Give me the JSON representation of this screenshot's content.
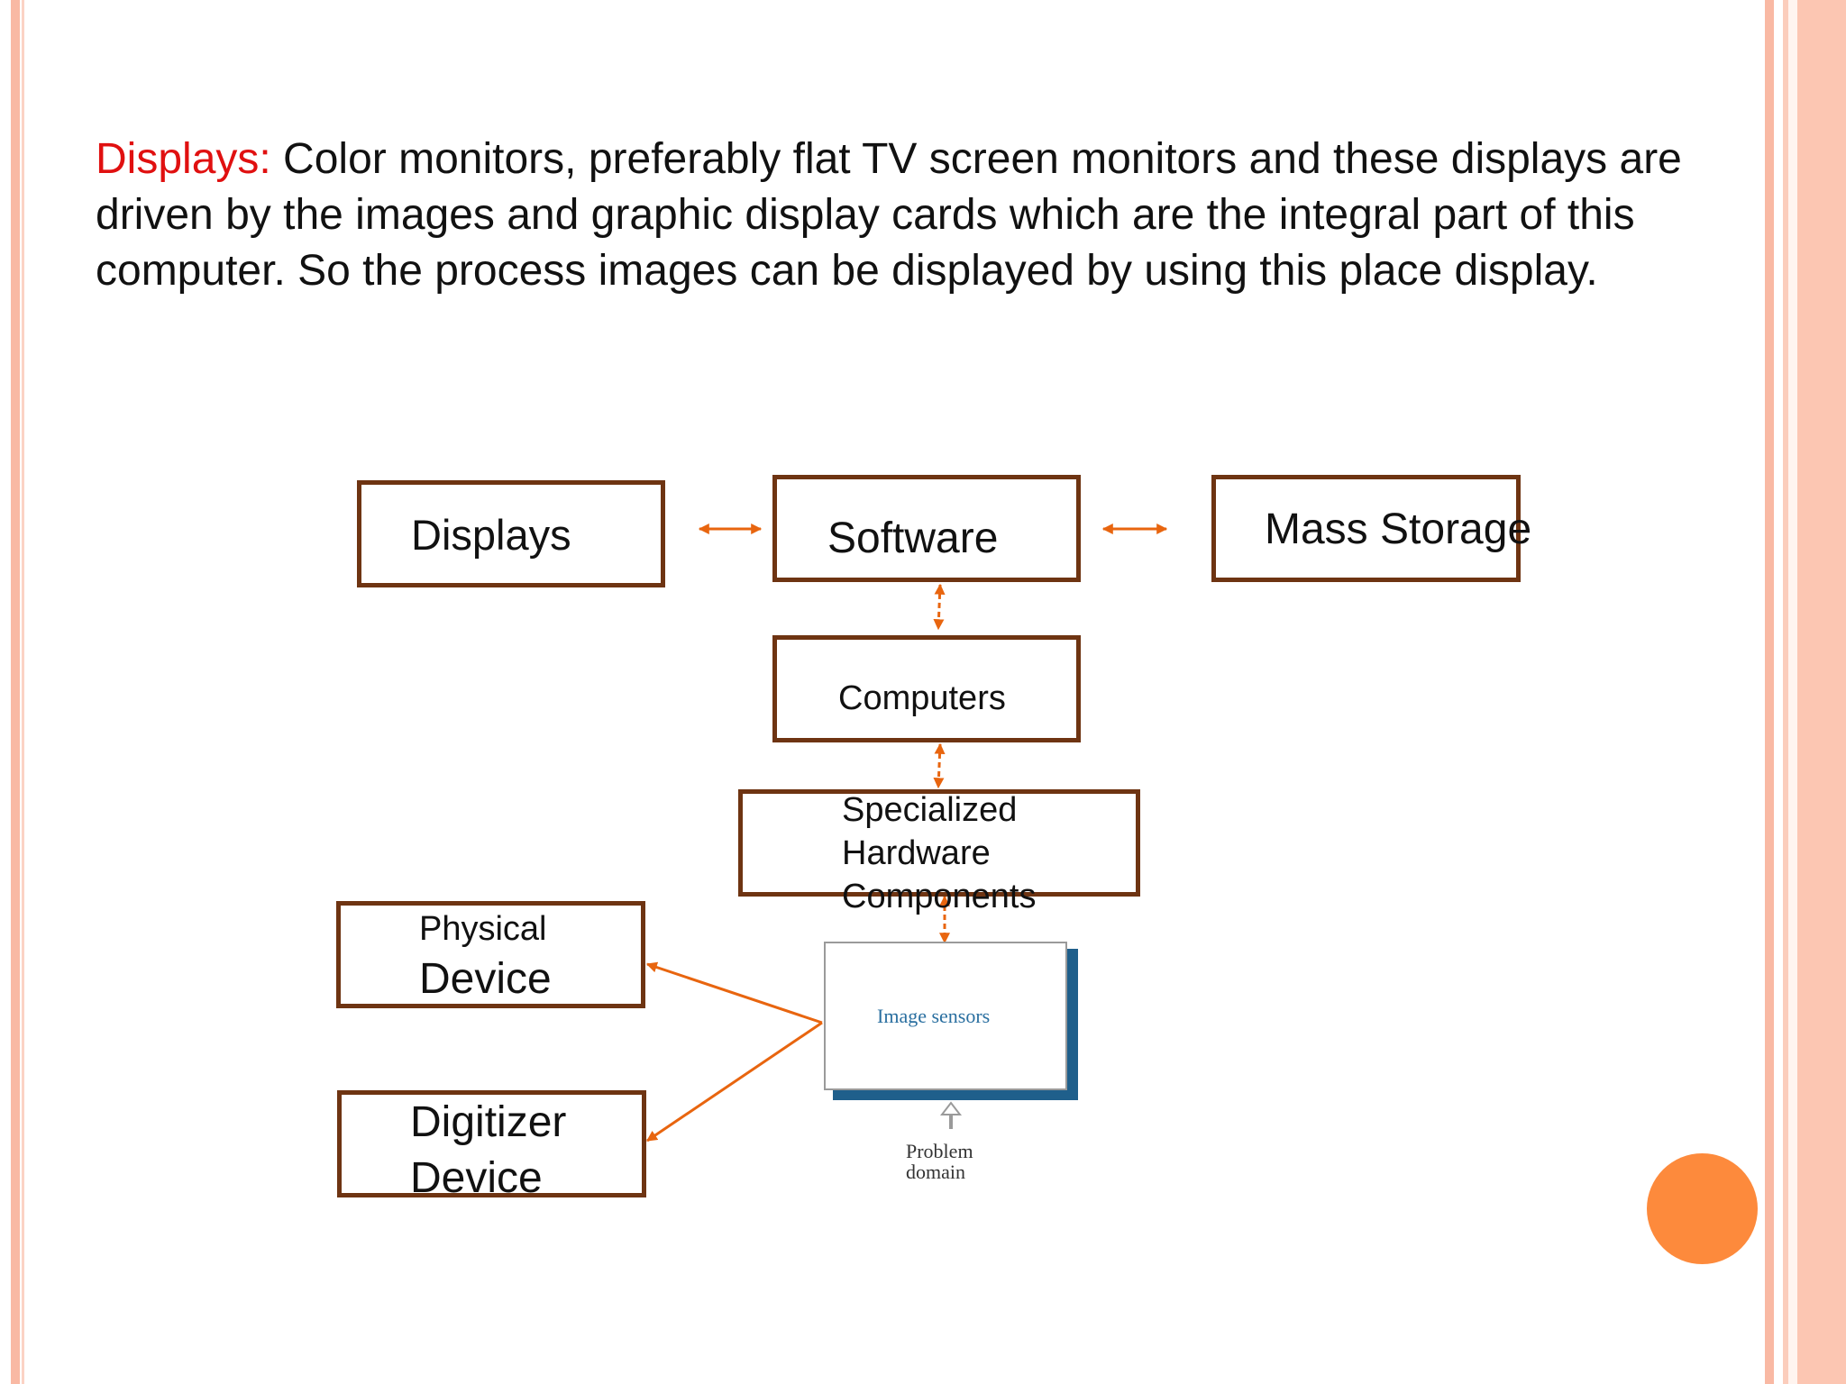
{
  "paragraph": {
    "lead": "Displays:",
    "line1_rest": " Color monitors, preferably flat TV screen monitors and these displays are",
    "line2": "driven by the images and graphic display cards which are the integral part of this",
    "line3": "computer. So the process images can be displayed by using this place display."
  },
  "diagram": {
    "displays": "Displays",
    "software": "Software",
    "mass_storage": "Mass Storage",
    "computers": "Computers",
    "specialized_line1": "Specialized",
    "specialized_line2": "Hardware",
    "specialized_line3": "Components",
    "physical_line1": "Physical",
    "physical_line2": "Device",
    "digitizer_line1": "Digitizer",
    "digitizer_line2": "Device",
    "image_sensors": "Image sensors",
    "problem_line1": "Problem",
    "problem_line2": "domain"
  },
  "colors": {
    "heading_red": "#e01010",
    "box_border": "#6e3412",
    "arrow_orange": "#e8650f",
    "sensor_text": "#2a6fa0",
    "sensor_shadow": "#1f5f8b",
    "decor_orange": "#fd8a3c",
    "stripe_pink": "#f9b9a4"
  },
  "icons": {
    "problem_arrow": "up-arrow-outline-icon",
    "decor_circle": "orange-circle-decoration"
  }
}
